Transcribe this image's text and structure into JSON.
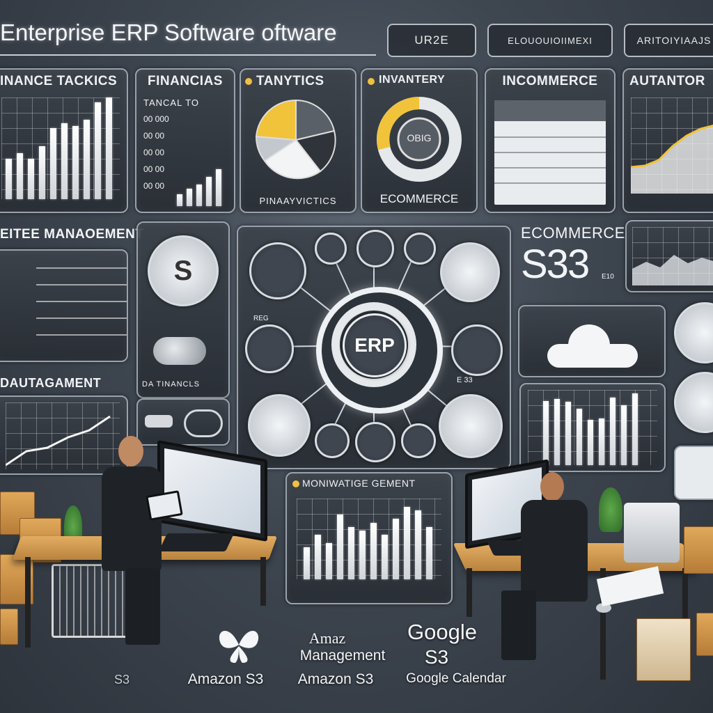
{
  "header": {
    "title": "Enterprise ERP Software oftware",
    "pills": [
      "UR2E",
      "ELOUOUIOIIMEXI",
      "ARITOIYIAAJS"
    ]
  },
  "top_panels": [
    {
      "title": "INANCE TACKICS"
    },
    {
      "title": "FINANCIAS",
      "subtitle": "TANCAL TO",
      "rows": [
        "00 000",
        "00 00",
        "00 00",
        "00 00",
        "00 00"
      ]
    },
    {
      "title": "TANYTICS",
      "caption": "PINAAYVICTICS"
    },
    {
      "title": "INVANTERY",
      "center": "OBIG",
      "caption": "ECOMMERCE"
    },
    {
      "title": "INCOMMERCE"
    },
    {
      "title": "AUTANTOR"
    }
  ],
  "mid_left": {
    "label": "EITEE MANAOEMENT",
    "s_icon": "S",
    "caption": "DA TINANCLS",
    "label2": "DAUTAGAMENT"
  },
  "hub": {
    "center": "ERP",
    "small_label": "REG"
  },
  "right_side": {
    "ecommerce_label": "ECOMMERCE",
    "big_label": "S33",
    "small_label": "E10",
    "caption": "E 33"
  },
  "bottom_chart": {
    "title": "MONIWATIGE GEMENT"
  },
  "bottom_text": {
    "amazon_small": "Amaz",
    "management": "Management",
    "google": "Google",
    "google_s3": "S3",
    "amazon_s3_1": "Amazon S3",
    "amazon_s3_2": "Amazon S3",
    "google_calendar": "Google Calendar",
    "s3_left": "S3"
  },
  "icons": [
    "butterfly-logo-icon",
    "cloud-icon",
    "globe-icon",
    "shopping-cart-icon",
    "keyboard-icon",
    "mouse-icon"
  ],
  "colors": {
    "accent_yellow": "#f0c040",
    "panel_border": "#9aa3ad",
    "background": "#3e4650"
  }
}
